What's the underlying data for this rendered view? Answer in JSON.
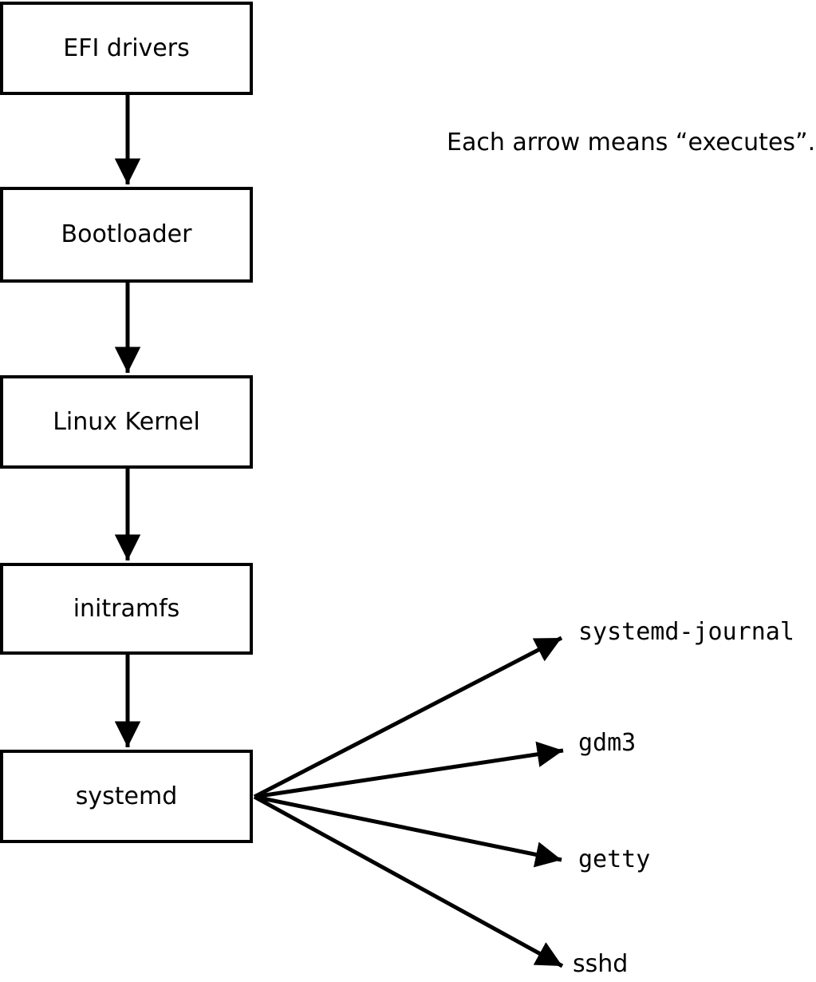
{
  "diagram": {
    "note": "Each arrow means “executes”.",
    "arrow_meaning": "executes",
    "boot_chain": [
      {
        "id": "efi-drivers",
        "label": "EFI drivers"
      },
      {
        "id": "bootloader",
        "label": "Bootloader"
      },
      {
        "id": "linux-kernel",
        "label": "Linux Kernel"
      },
      {
        "id": "initramfs",
        "label": "initramfs"
      },
      {
        "id": "systemd",
        "label": "systemd"
      }
    ],
    "spawned_processes": [
      {
        "id": "systemd-journal",
        "label": "systemd-journal"
      },
      {
        "id": "gdm3",
        "label": "gdm3"
      },
      {
        "id": "getty",
        "label": "getty"
      },
      {
        "id": "sshd",
        "label": "sshd"
      }
    ],
    "colors": {
      "line": "#000000",
      "text": "#000000",
      "background": "#ffffff"
    }
  }
}
